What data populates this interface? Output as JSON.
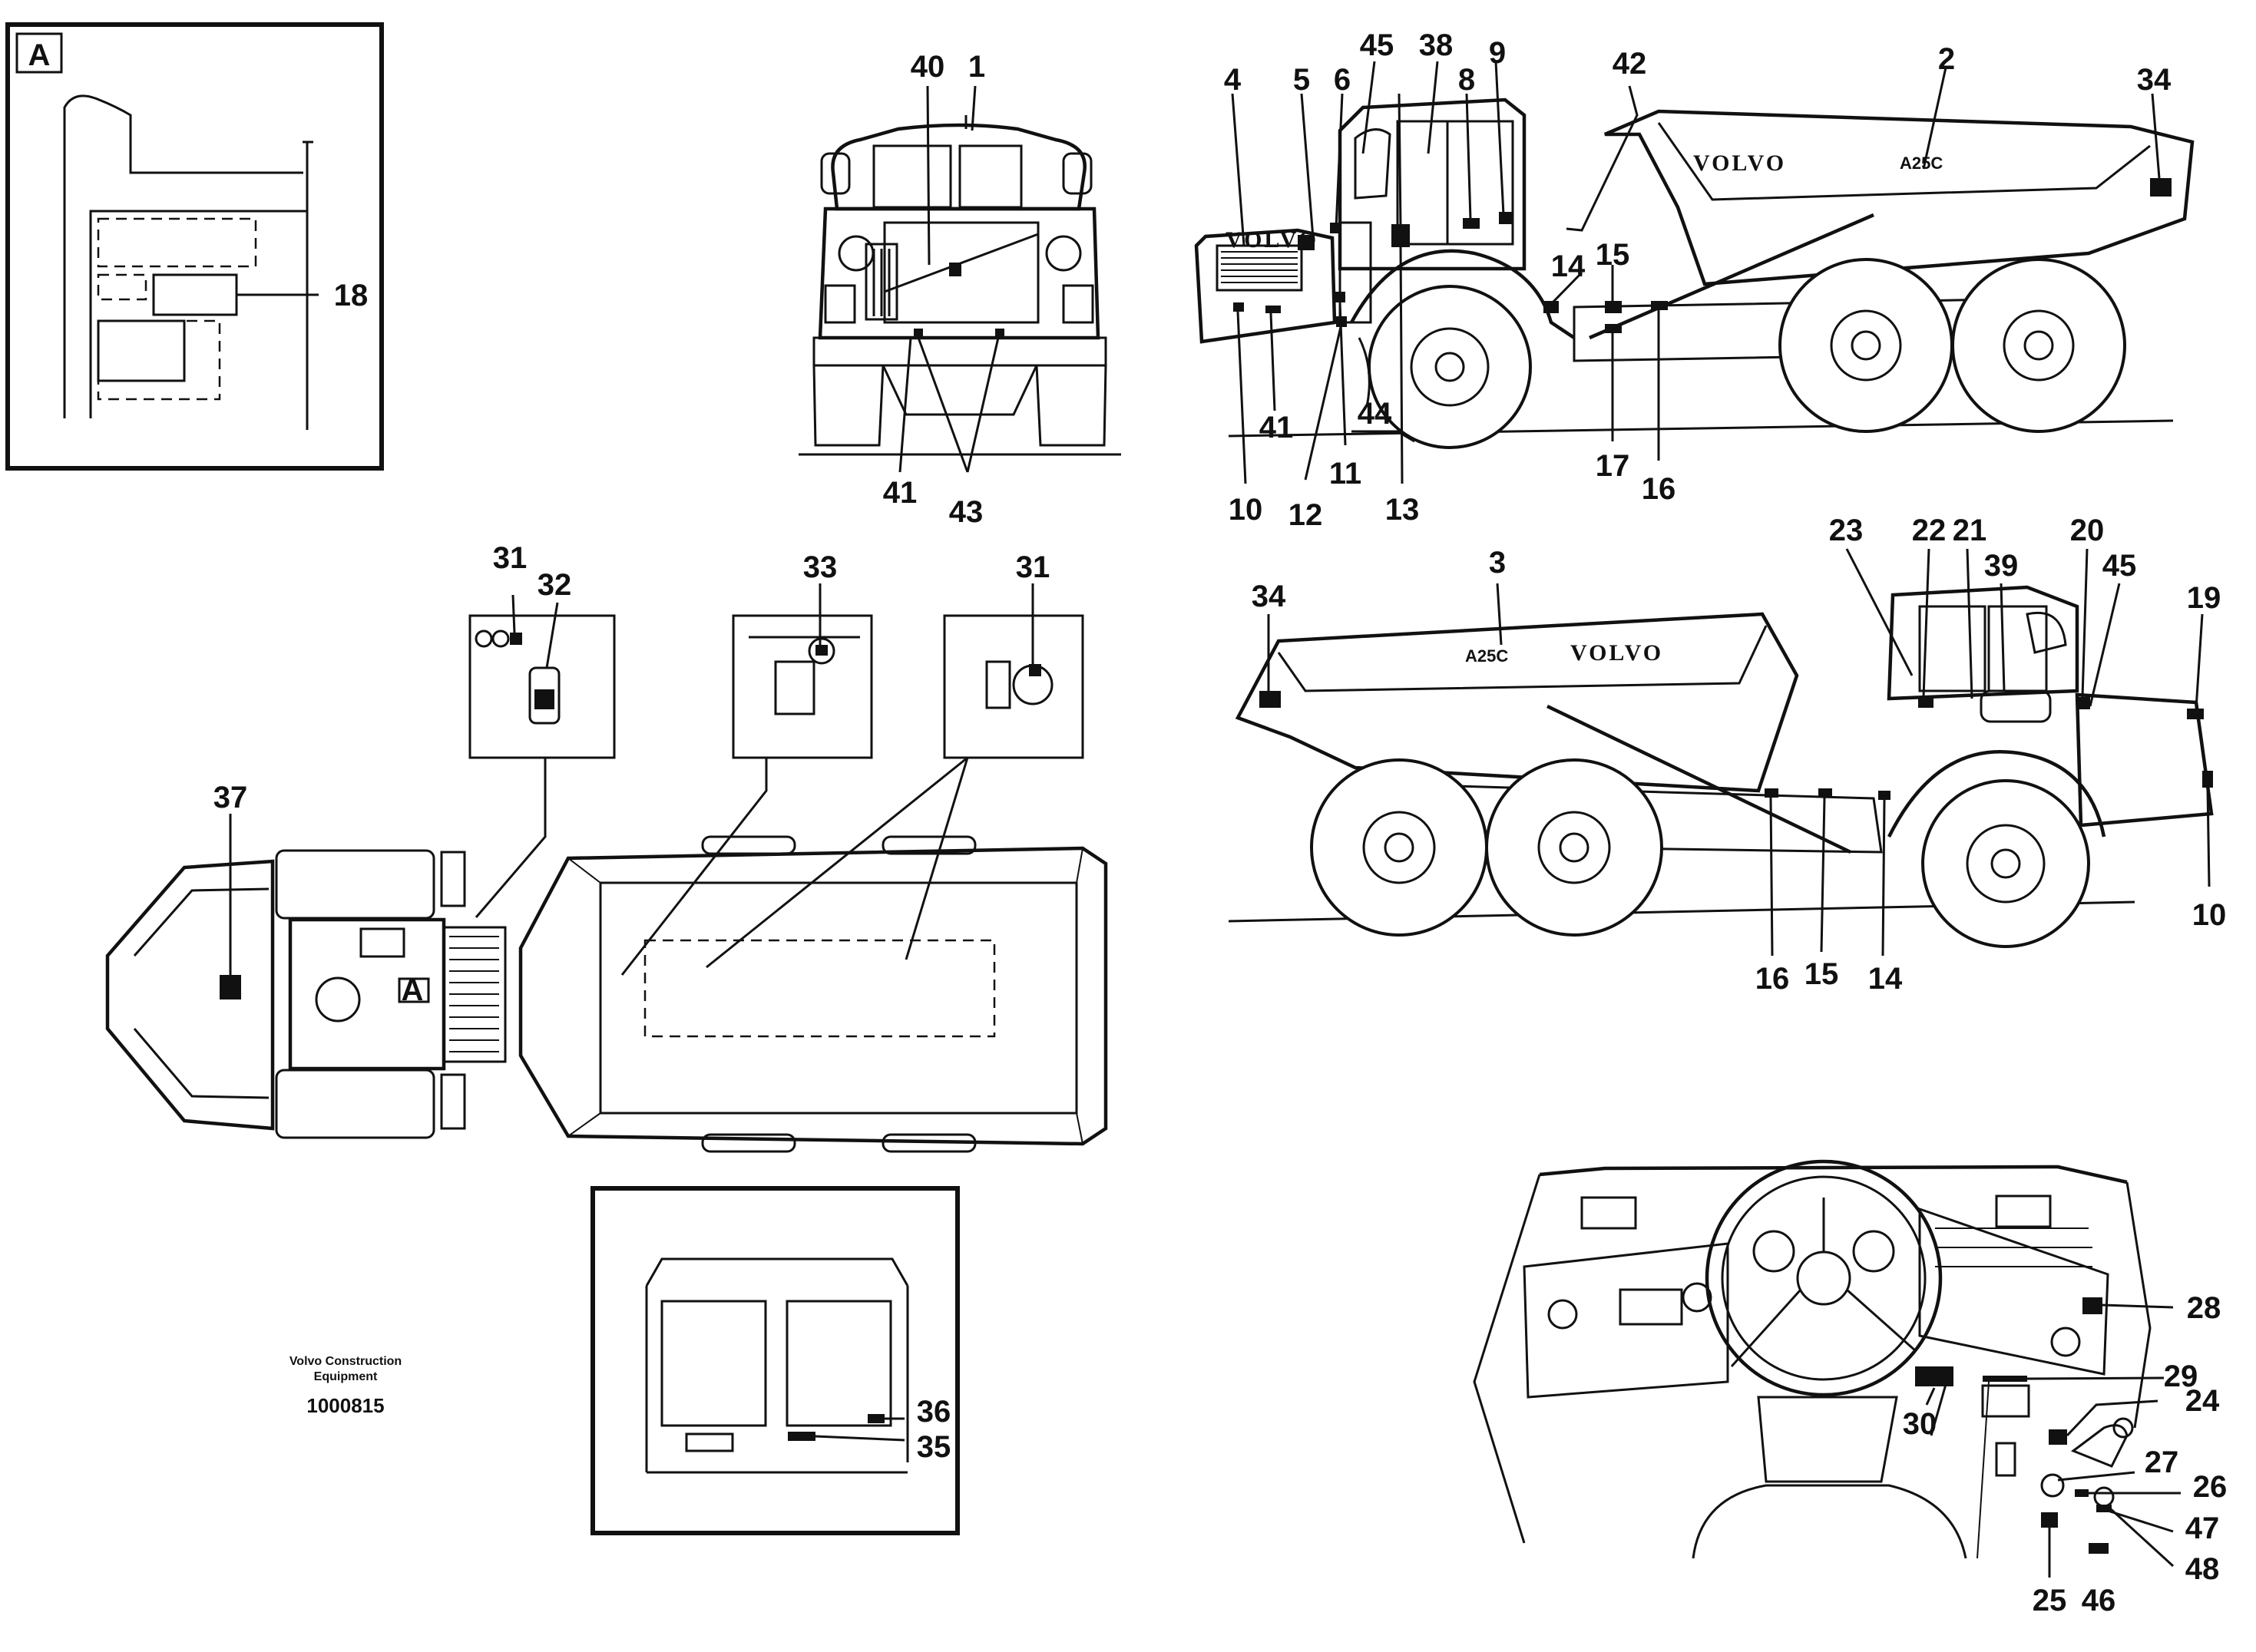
{
  "detail_a": {
    "letter": "A",
    "callouts": [
      "18"
    ]
  },
  "front_view": {
    "callouts": [
      "40",
      "1",
      "41",
      "43"
    ]
  },
  "right_side_view": {
    "brand": "VOLVO",
    "model": "A25C",
    "callouts": [
      "4",
      "5",
      "6",
      "45",
      "38",
      "8",
      "9",
      "42",
      "2",
      "34",
      "14",
      "15",
      "10",
      "41",
      "12",
      "11",
      "44",
      "13",
      "17",
      "16"
    ]
  },
  "left_side_view": {
    "brand": "VOLVO",
    "model": "A25C",
    "callouts": [
      "34",
      "3",
      "23",
      "22",
      "21",
      "39",
      "20",
      "45",
      "19",
      "10",
      "16",
      "15",
      "14"
    ]
  },
  "top_view": {
    "insets": [
      {
        "callouts": [
          "31",
          "32"
        ]
      },
      {
        "callouts": [
          "33"
        ]
      },
      {
        "callouts": [
          "31"
        ]
      }
    ],
    "callouts": [
      "37"
    ],
    "section_marker": "A"
  },
  "cab_rear_detail": {
    "callouts": [
      "36",
      "35"
    ]
  },
  "dashboard": {
    "callouts": [
      "28",
      "29",
      "24",
      "30",
      "27",
      "26",
      "47",
      "48",
      "25",
      "46"
    ]
  },
  "credit": {
    "company_line1": "Volvo Construction",
    "company_line2": "Equipment",
    "drawing_number": "1000815"
  }
}
